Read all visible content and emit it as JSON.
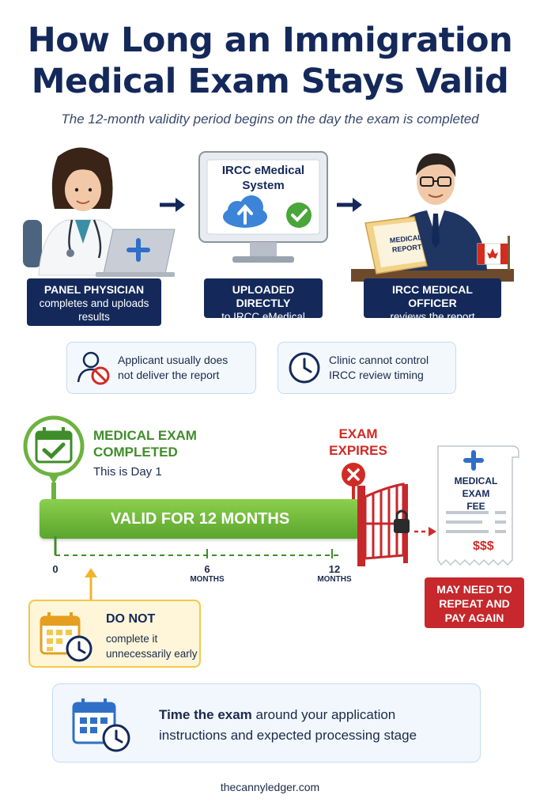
{
  "header": {
    "title_line1": "How Long an Immigration",
    "title_line2": "Medical Exam Stays Valid",
    "subtitle": "The 12-month validity period begins on the day the exam is completed"
  },
  "steps": [
    {
      "title": "PANEL PHYSICIAN",
      "body": "completes and uploads results"
    },
    {
      "title": "UPLOADED DIRECTLY",
      "body": "to IRCC eMedical"
    },
    {
      "title": "IRCC MEDICAL OFFICER",
      "body": "reviews the report"
    }
  ],
  "monitor": {
    "title_line1": "IRCC eMedical",
    "title_line2": "System"
  },
  "report": {
    "line1": "MEDICAL",
    "line2": "REPORT"
  },
  "notes": [
    {
      "line1": "Applicant usually does",
      "line2": "not deliver the report"
    },
    {
      "line1": "Clinic cannot control",
      "line2": "IRCC review timing"
    }
  ],
  "timeline": {
    "start_title_line1": "MEDICAL EXAM",
    "start_title_line2": "COMPLETED",
    "start_note": "This is Day 1",
    "bar_label": "VALID FOR 12 MONTHS",
    "expires_line1": "EXAM",
    "expires_line2": "EXPIRES",
    "ticks": [
      {
        "value": "0",
        "unit": ""
      },
      {
        "value": "6",
        "unit": "MONTHS"
      },
      {
        "value": "12",
        "unit": "MONTHS"
      }
    ]
  },
  "warning": {
    "title": "DO NOT",
    "line1": "complete it",
    "line2": "unnecessarily early"
  },
  "fee": {
    "line1": "MEDICAL EXAM",
    "line2": "FEE",
    "amount": "$$$"
  },
  "repeat": {
    "line1": "MAY NEED TO",
    "line2": "REPEAT AND",
    "line3": "PAY AGAIN"
  },
  "tip": {
    "bold": "Time the exam",
    "line1_rest": " around your application",
    "line2": "instructions and expected processing stage"
  },
  "footer": "thecannyledger.com",
  "colors": {
    "navy": "#14295a",
    "green": "#5aa52d",
    "red": "#c6282c",
    "gold": "#f3c84a"
  }
}
